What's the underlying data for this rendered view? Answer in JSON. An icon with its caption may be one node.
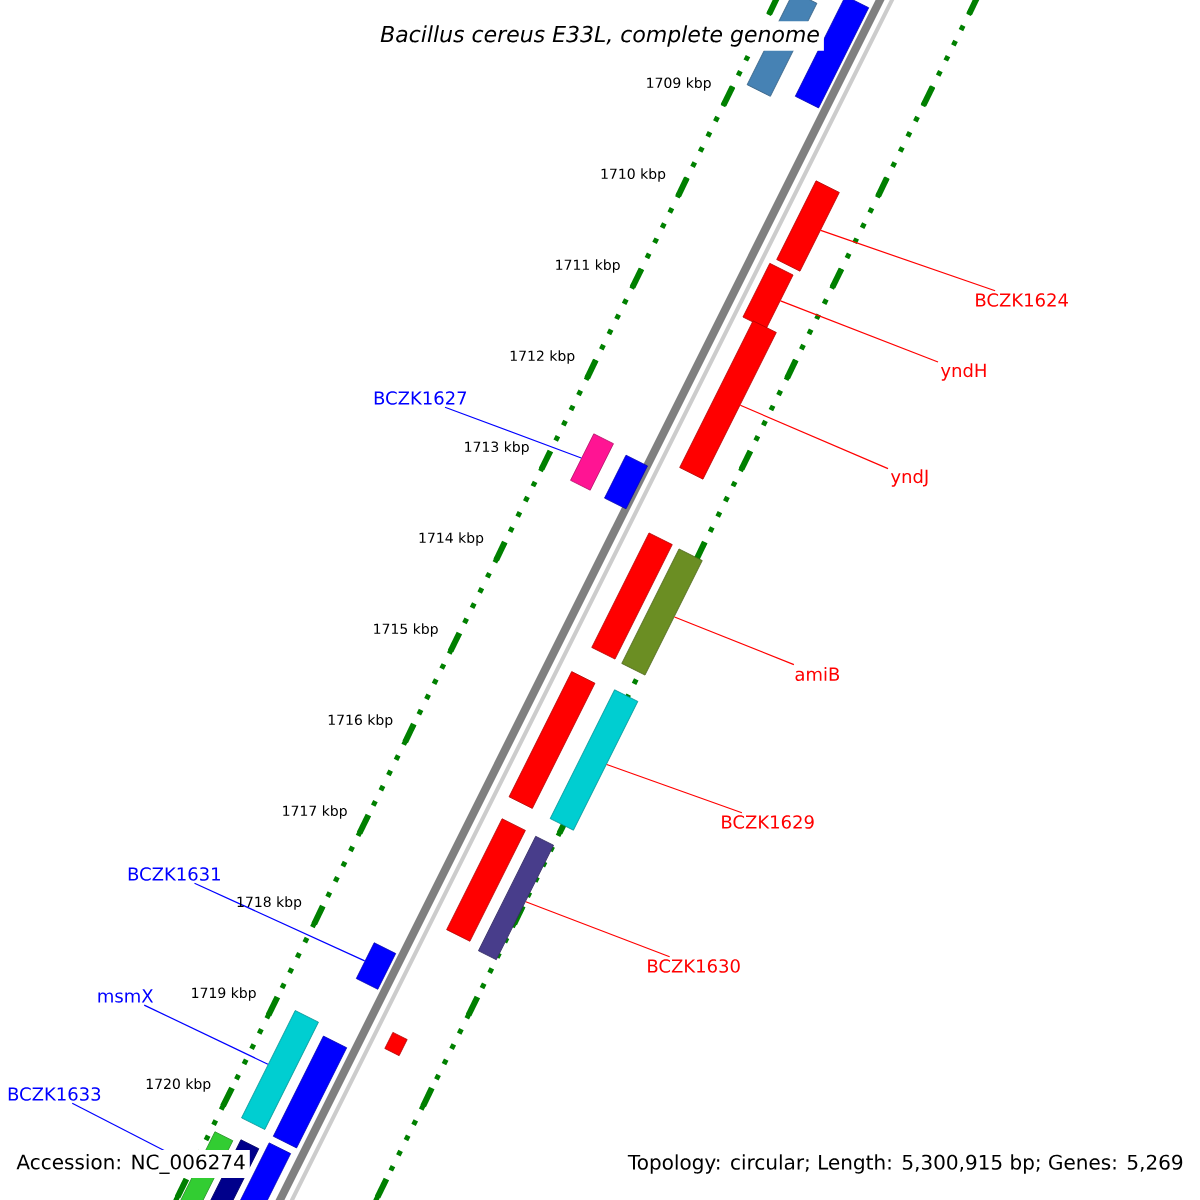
{
  "diagram": {
    "title": "*Bacillus cereus* E33L, complete genome",
    "nodes": [
      {
        "text": [
          "BCZK1624"
        ]
      },
      {
        "text": [
          "yndH"
        ]
      },
      {
        "text": [
          "BCZK1627"
        ]
      },
      {
        "text": [
          "yndJ"
        ]
      },
      {
        "text": [
          "amiB"
        ]
      },
      {
        "text": [
          "BCZK1629"
        ]
      },
      {
        "text": [
          "BCZK1631"
        ]
      },
      {
        "text": [
          "BCZK1630"
        ]
      },
      {
        "text": [
          "msmX"
        ]
      },
      {
        "text": [
          "BCZK1633"
        ]
      },
      {
        "text": [],
        "shape": "bar"
      },
      {
        "text": [],
        "shape": "bar"
      },
      {
        "text": [],
        "shape": "bar"
      },
      {
        "text": [],
        "shape": "bar"
      },
      {
        "text": [],
        "shape": "bar"
      },
      {
        "text": [],
        "shape": "bar"
      },
      {
        "text": [],
        "shape": "bar"
      },
      {
        "text": [],
        "shape": "bar"
      },
      {
        "text": [],
        "shape": "bar"
      },
      {
        "text": [],
        "shape": "bar"
      },
      {
        "text": [],
        "shape": "bar"
      },
      {
        "text": [],
        "shape": "bar"
      },
      {
        "text": [],
        "shape": "bar"
      },
      {
        "text": [],
        "shape": "bar"
      },
      {
        "text": [],
        "shape": "bar"
      },
      {
        "text": [],
        "shape": "bar"
      },
      {
        "text": [],
        "shape": "bar"
      },
      {
        "text": [],
        "shape": "bar"
      },
      {
        "text": [],
        "shape": "bar"
      },
      {
        "text": [],
        "shape": "bar"
      }
    ],
    "edges": [
      {
        "from": 0,
        "to": 12,
        "arrow": "none"
      },
      {
        "from": 1,
        "to": 13,
        "arrow": "none"
      },
      {
        "from": 2,
        "to": 15,
        "arrow": "none",
        "color": "#0000ff"
      },
      {
        "from": 3,
        "to": 14,
        "arrow": "none"
      },
      {
        "from": 4,
        "to": 18,
        "arrow": "none"
      },
      {
        "from": 5,
        "to": 20,
        "arrow": "none"
      },
      {
        "from": 6,
        "to": 23,
        "arrow": "none",
        "color": "#0000ff"
      },
      {
        "from": 7,
        "to": 22,
        "arrow": "none"
      },
      {
        "from": 8,
        "to": 25,
        "arrow": "none",
        "color": "#0000ff"
      },
      {
        "from": 9,
        "to": 27,
        "arrow": "none",
        "color": "#0000ff"
      }
    ],
    "labels": [
      "1709 kbp",
      "1710 kbp",
      "1711 kbp",
      "1712 kbp",
      "1713 kbp",
      "1714 kbp",
      "1715 kbp",
      "1716 kbp",
      "1717 kbp",
      "1718 kbp",
      "1719 kbp",
      "1720 kbp",
      "Accession: NC_006274",
      "Topology: circular; Length: 5,300,915 bp; Genes: 5,269"
    ]
  }
}
